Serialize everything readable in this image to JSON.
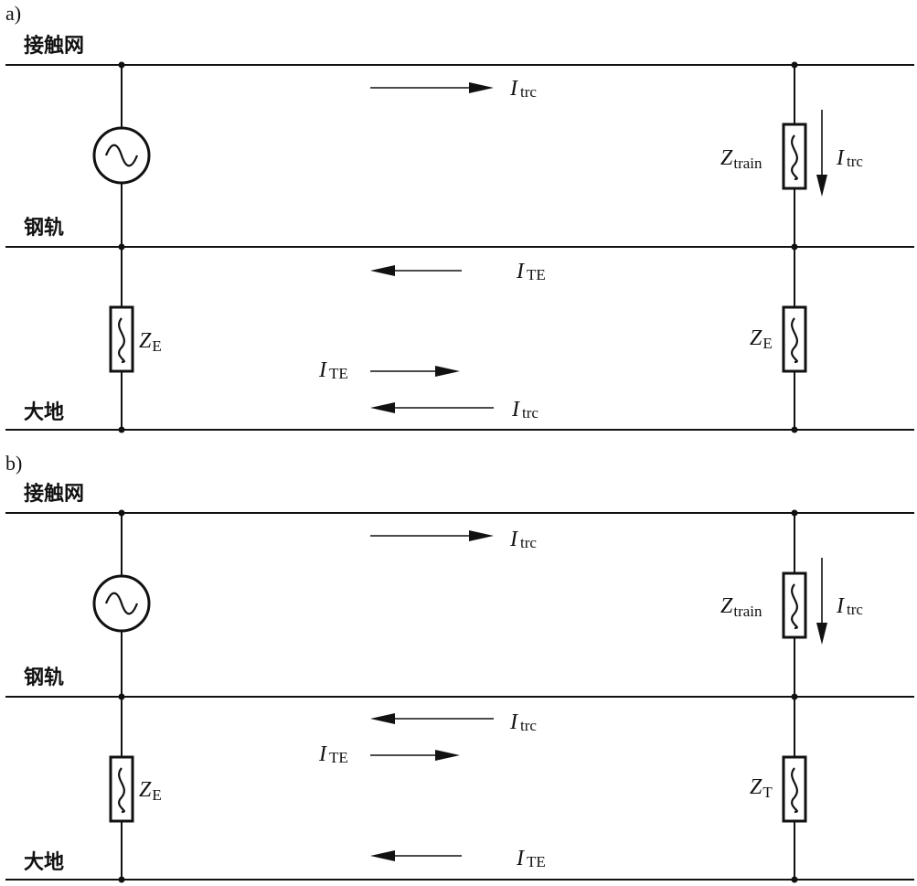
{
  "panels": [
    {
      "label": "a)",
      "wires": {
        "top": "接触网",
        "middle": "钢轨",
        "bottom": "大地"
      },
      "source_icon": "ac-source-icon",
      "components": {
        "train": {
          "symbol": "Z",
          "sub": "train"
        },
        "left_ground": {
          "symbol": "Z",
          "sub": "E"
        },
        "right_ground": {
          "symbol": "Z",
          "sub": "E"
        }
      },
      "currents": [
        {
          "symbol": "I",
          "sub": "trc",
          "direction": "right"
        },
        {
          "symbol": "I",
          "sub": "trc",
          "direction": "down"
        },
        {
          "symbol": "I",
          "sub": "TE",
          "direction": "left"
        },
        {
          "symbol": "I",
          "sub": "TE",
          "direction": "right"
        },
        {
          "symbol": "I",
          "sub": "trc",
          "direction": "left"
        }
      ]
    },
    {
      "label": "b)",
      "wires": {
        "top": "接触网",
        "middle": "钢轨",
        "bottom": "大地"
      },
      "source_icon": "ac-source-icon",
      "components": {
        "train": {
          "symbol": "Z",
          "sub": "train"
        },
        "left_ground": {
          "symbol": "Z",
          "sub": "E"
        },
        "right_ground": {
          "symbol": "Z",
          "sub": "T"
        }
      },
      "currents": [
        {
          "symbol": "I",
          "sub": "trc",
          "direction": "right"
        },
        {
          "symbol": "I",
          "sub": "trc",
          "direction": "down"
        },
        {
          "symbol": "I",
          "sub": "trc",
          "direction": "left"
        },
        {
          "symbol": "I",
          "sub": "TE",
          "direction": "right"
        },
        {
          "symbol": "I",
          "sub": "TE",
          "direction": "left"
        }
      ]
    }
  ]
}
